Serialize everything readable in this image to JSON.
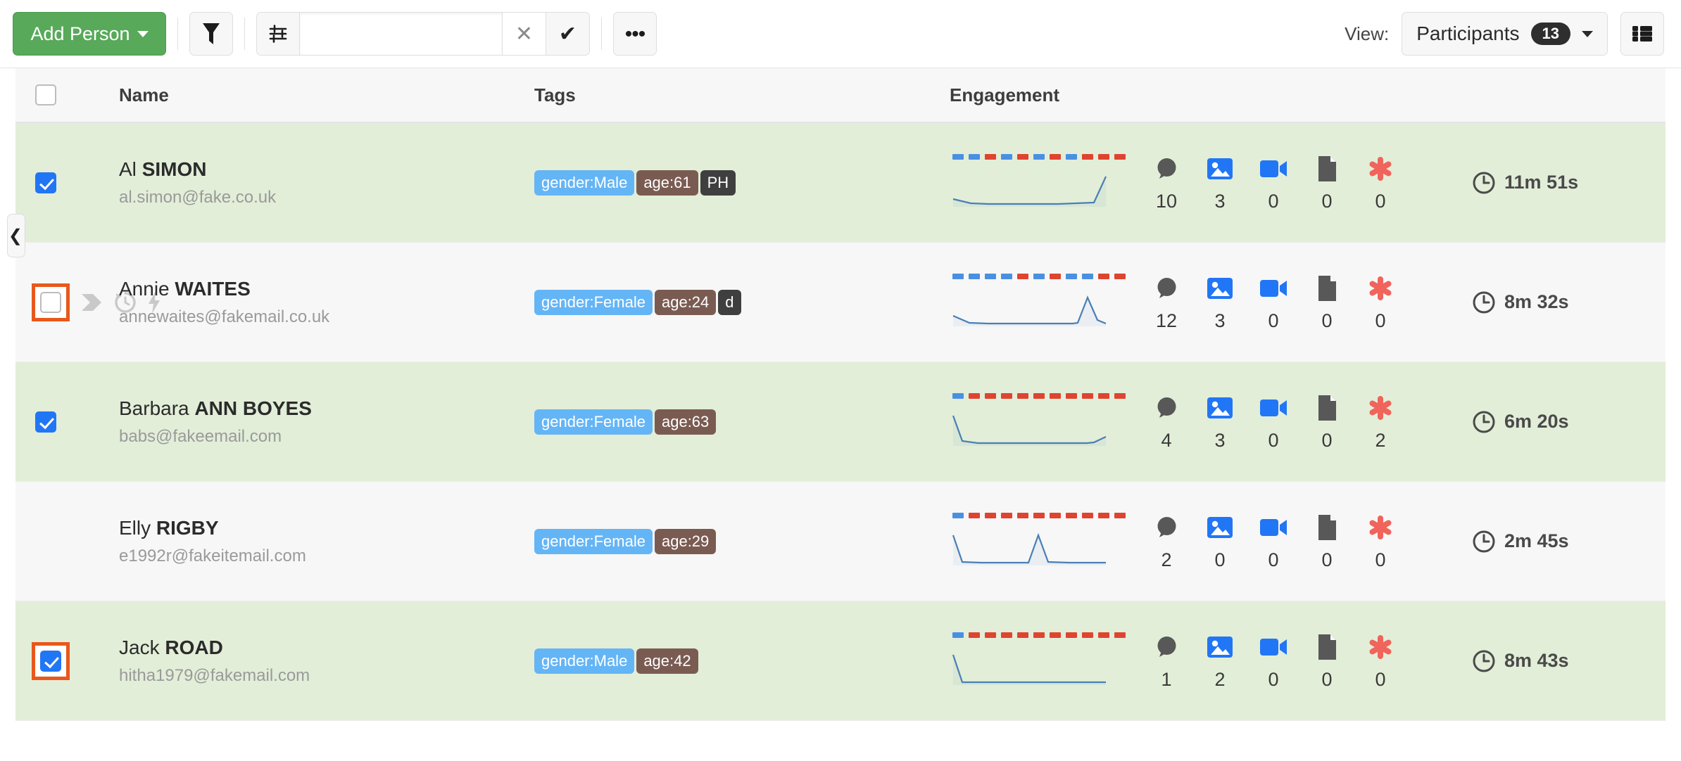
{
  "toolbar": {
    "add_person_label": "Add Person",
    "filter_icon": "funnel-icon",
    "settings_icon": "sliders-icon",
    "search_value": "",
    "search_placeholder": "",
    "clear_label": "✕",
    "confirm_label": "✔",
    "more_label": "•••",
    "view_label": "View:",
    "view_value": "Participants",
    "view_count": "13",
    "grid_icon": "grid-view-icon"
  },
  "table": {
    "headers": {
      "check": "",
      "name": "Name",
      "tags": "Tags",
      "engagement": "Engagement"
    },
    "rows": [
      {
        "selected": true,
        "highlighted": false,
        "hover": false,
        "first_name": "Al",
        "last_name": "SIMON",
        "email": "al.simon@fake.co.uk",
        "tags": [
          {
            "text": "gender:Male",
            "style": "gender"
          },
          {
            "text": "age:61",
            "style": "age"
          },
          {
            "text": "PH",
            "style": "dark"
          }
        ],
        "dashes": [
          "b",
          "b",
          "r",
          "b",
          "r",
          "b",
          "r",
          "b",
          "r",
          "r",
          "r"
        ],
        "sparkline": "5,44 30,50 55,51 80,51 105,51 130,51 155,51 180,50 205,49 222,12",
        "counters": [
          {
            "icon": "comment-icon",
            "value": "10"
          },
          {
            "icon": "image-icon",
            "value": "3"
          },
          {
            "icon": "video-icon",
            "value": "0"
          },
          {
            "icon": "document-icon",
            "value": "0"
          },
          {
            "icon": "asterisk-icon",
            "value": "0"
          }
        ],
        "duration": "11m 51s"
      },
      {
        "selected": false,
        "highlighted": true,
        "hover": true,
        "first_name": "Annie",
        "last_name": "WAITES",
        "email": "annewaites@fakemail.co.uk",
        "tags": [
          {
            "text": "gender:Female",
            "style": "gender"
          },
          {
            "text": "age:24",
            "style": "age"
          },
          {
            "text": "d",
            "style": "dark"
          }
        ],
        "dashes": [
          "b",
          "b",
          "b",
          "b",
          "r",
          "b",
          "r",
          "b",
          "b",
          "r",
          "r"
        ],
        "sparkline": "5,40 28,50 55,51 85,51 115,51 145,51 175,51 182,50 196,14 210,46 222,51",
        "counters": [
          {
            "icon": "comment-icon",
            "value": "12"
          },
          {
            "icon": "image-icon",
            "value": "3"
          },
          {
            "icon": "video-icon",
            "value": "0"
          },
          {
            "icon": "document-icon",
            "value": "0"
          },
          {
            "icon": "asterisk-icon",
            "value": "0"
          }
        ],
        "duration": "8m 32s"
      },
      {
        "selected": true,
        "highlighted": false,
        "hover": false,
        "first_name": "Barbara",
        "last_name": "ANN BOYES",
        "email": "babs@fakeemail.com",
        "tags": [
          {
            "text": "gender:Female",
            "style": "gender"
          },
          {
            "text": "age:63",
            "style": "age"
          }
        ],
        "dashes": [
          "b",
          "r",
          "r",
          "r",
          "r",
          "r",
          "r",
          "r",
          "r",
          "r",
          "r"
        ],
        "sparkline": "5,12 18,48 40,51 80,51 120,51 160,51 195,51 205,50 222,42",
        "counters": [
          {
            "icon": "comment-icon",
            "value": "4"
          },
          {
            "icon": "image-icon",
            "value": "3"
          },
          {
            "icon": "video-icon",
            "value": "0"
          },
          {
            "icon": "document-icon",
            "value": "0"
          },
          {
            "icon": "asterisk-icon",
            "value": "2"
          }
        ],
        "duration": "6m 20s"
      },
      {
        "selected": false,
        "highlighted": false,
        "hover": false,
        "first_name": "Elly",
        "last_name": "RIGBY",
        "email": "e1992r@fakeitemail.com",
        "tags": [
          {
            "text": "gender:Female",
            "style": "gender"
          },
          {
            "text": "age:29",
            "style": "age"
          }
        ],
        "dashes": [
          "b",
          "r",
          "r",
          "r",
          "r",
          "r",
          "r",
          "r",
          "r",
          "r",
          "r"
        ],
        "sparkline": "5,12 18,50 45,51 80,51 112,51 126,12 140,50 170,51 200,51 222,51",
        "counters": [
          {
            "icon": "comment-icon",
            "value": "2"
          },
          {
            "icon": "image-icon",
            "value": "0"
          },
          {
            "icon": "video-icon",
            "value": "0"
          },
          {
            "icon": "document-icon",
            "value": "0"
          },
          {
            "icon": "asterisk-icon",
            "value": "0"
          }
        ],
        "duration": "2m 45s"
      },
      {
        "selected": true,
        "highlighted": true,
        "hover": false,
        "first_name": "Jack",
        "last_name": "ROAD",
        "email": "hitha1979@fakemail.com",
        "tags": [
          {
            "text": "gender:Male",
            "style": "gender"
          },
          {
            "text": "age:42",
            "style": "age"
          }
        ],
        "dashes": [
          "b",
          "r",
          "r",
          "r",
          "r",
          "r",
          "r",
          "r",
          "r",
          "r",
          "r"
        ],
        "sparkline": "5,12 18,51 60,51 110,51 160,51 200,51 222,51",
        "counters": [
          {
            "icon": "comment-icon",
            "value": "1"
          },
          {
            "icon": "image-icon",
            "value": "2"
          },
          {
            "icon": "video-icon",
            "value": "0"
          },
          {
            "icon": "document-icon",
            "value": "0"
          },
          {
            "icon": "asterisk-icon",
            "value": "0"
          }
        ],
        "duration": "8m 43s"
      }
    ]
  },
  "collapse_handle": {
    "label": "❮"
  },
  "colors": {
    "accent_green": "#58a95a",
    "row_selected": "#e2eed8",
    "highlight_outline": "#e8581c",
    "tag_gender": "#64b5f6",
    "tag_age": "#7a5b52",
    "dash_blue": "#4a90e2",
    "dash_red": "#df4430"
  }
}
